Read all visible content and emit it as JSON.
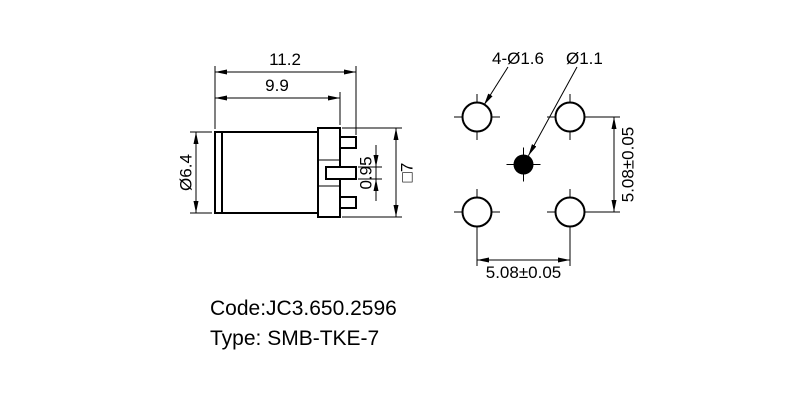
{
  "page": {
    "background": "#ffffff",
    "line_color": "#000000"
  },
  "side_view": {
    "dim_overall_width": "11.2",
    "dim_body_width": "9.9",
    "dim_body_diameter": "Ø6.4",
    "dim_center_pin": "0.95",
    "dim_flange_square": "□7"
  },
  "footprint_view": {
    "label_mounting_holes": "4-Ø1.6",
    "label_center_hole": "Ø1.1",
    "dim_hole_spacing_horizontal": "5.08±0.05",
    "dim_hole_spacing_vertical": "5.08±0.05"
  },
  "title_block": {
    "code": "Code:JC3.650.2596",
    "type": "Type: SMB-TKE-7"
  }
}
